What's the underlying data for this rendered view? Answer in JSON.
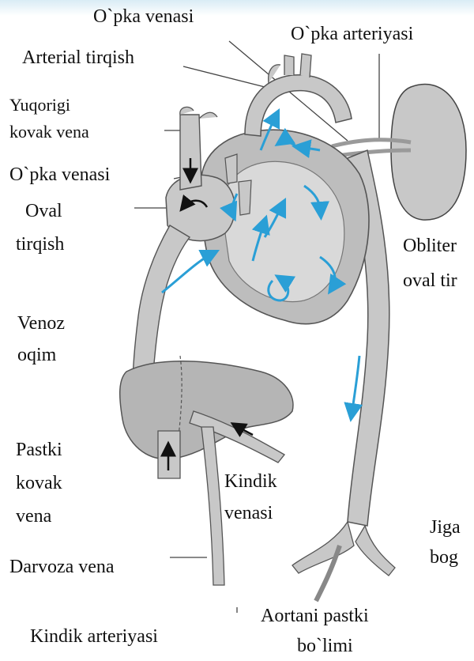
{
  "labels": {
    "opka_venasi_top": "O`pka venasi",
    "opka_arteriyasi": "O`pka arteriyasi",
    "arterial_tirqish": "Arterial tirqish",
    "yuqorigi": "Yuqorigi",
    "kovak_vena_upper": "kovak vena",
    "opka_venasi_left": "O`pka venasi",
    "oval": "Oval",
    "tirqish": "tirqish",
    "obliter": "Obliter",
    "oval_tir": "oval tir",
    "venoz": "Venoz",
    "oqim": "oqim",
    "pastki": "Pastki",
    "kovak": "kovak",
    "vena": "vena",
    "kindik": "Kindik",
    "venasi": "venasi",
    "jiga": "Jiga",
    "bog": "bog",
    "darvoza_vena": "Darvoza vena",
    "aortani_pastki": "Aortani pastki",
    "bolimi": "bo`limi",
    "kindik_arteriyasi": "Kindik arteriyasi"
  },
  "colors": {
    "vessel": "#c8c8c8",
    "vessel_dark": "#a9a9a9",
    "heart_inner": "#d9d9d9",
    "arrow_blue": "#2a9fd6",
    "text": "#111111",
    "background_band": "#d9ecf5"
  }
}
